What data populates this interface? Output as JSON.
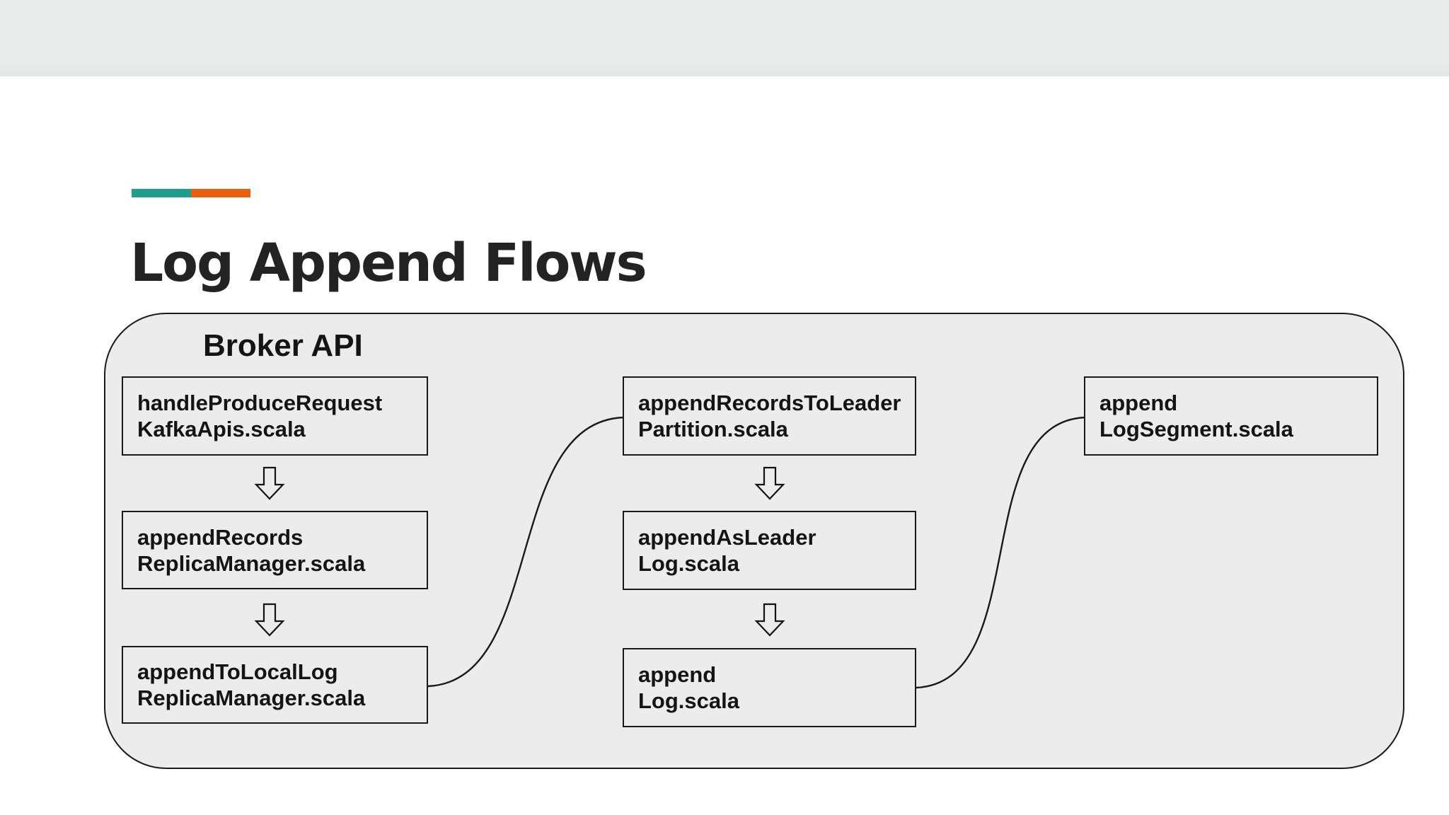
{
  "slide": {
    "title": "Log Append Flows",
    "accent": {
      "teal": "#1f9e8e",
      "orange": "#e95f0e"
    },
    "band_color": "#e9edec",
    "container_fill": "#ebeceb",
    "line_color": "#1a1a1a"
  },
  "diagram": {
    "label": "Broker API",
    "col1": [
      {
        "name": "handleProduceRequest",
        "file": "KafkaApis.scala"
      },
      {
        "name": "appendRecords",
        "file": "ReplicaManager.scala"
      },
      {
        "name": "appendToLocalLog",
        "file": "ReplicaManager.scala"
      }
    ],
    "col2": [
      {
        "name": "appendRecordsToLeader",
        "file": "Partition.scala"
      },
      {
        "name": "appendAsLeader",
        "file": "Log.scala"
      },
      {
        "name": "append",
        "file": "Log.scala"
      }
    ],
    "col3": [
      {
        "name": "append",
        "file": "LogSegment.scala"
      }
    ]
  }
}
